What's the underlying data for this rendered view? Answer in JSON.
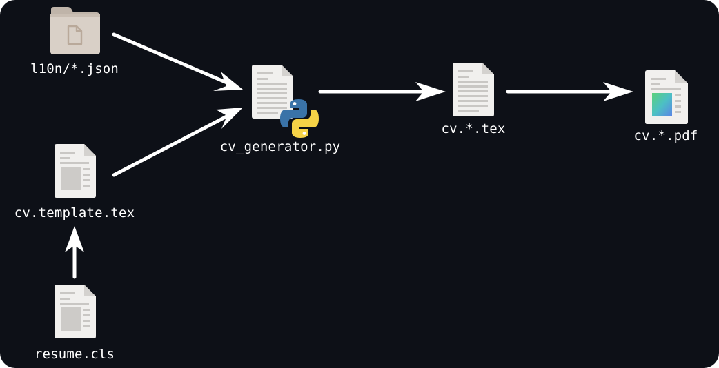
{
  "colors": {
    "background": "#0d1017",
    "arrow": "#ffffff",
    "label": "#ffffff",
    "folder": "#d8cfc6",
    "document": "#f2f1ef"
  },
  "nodes": {
    "l10n": {
      "label": "l10n/*.json",
      "icon": "folder-icon"
    },
    "template": {
      "label": "cv.template.tex",
      "icon": "tex-document-icon"
    },
    "resume": {
      "label": "resume.cls",
      "icon": "cls-document-icon"
    },
    "generator": {
      "label": "cv_generator.py",
      "icon": "python-file-icon"
    },
    "tex": {
      "label": "cv.*.tex",
      "icon": "text-document-icon"
    },
    "pdf": {
      "label": "cv.*.pdf",
      "icon": "pdf-document-icon"
    }
  },
  "edges": [
    {
      "from": "l10n/*.json",
      "to": "cv_generator.py"
    },
    {
      "from": "cv.template.tex",
      "to": "cv_generator.py"
    },
    {
      "from": "resume.cls",
      "to": "cv.template.tex"
    },
    {
      "from": "cv_generator.py",
      "to": "cv.*.tex"
    },
    {
      "from": "cv.*.tex",
      "to": "cv.*.pdf"
    }
  ]
}
